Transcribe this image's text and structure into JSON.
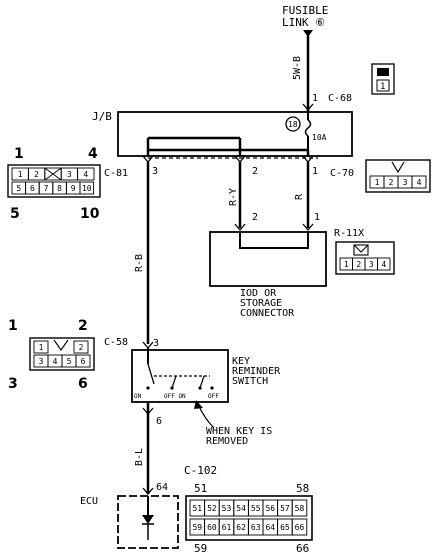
{
  "fusible_link": {
    "line1": "FUSIBLE",
    "line2": "LINK ⑥"
  },
  "wire_colors": {
    "top": "5W-B",
    "r_y": "R-Y",
    "r": "R",
    "r_b": "R-B",
    "b_l": "B-L"
  },
  "junction_block": {
    "label": "J/B",
    "fuse_number": "18",
    "fuse_rating": "10A"
  },
  "connectors": {
    "c68": {
      "id": "C-68",
      "pin": "1",
      "face_pin": "1"
    },
    "c81": {
      "id": "C-81",
      "pin": "3",
      "face_pins": [
        "1",
        "2",
        "3",
        "4",
        "5",
        "6",
        "7",
        "8",
        "9",
        "10"
      ],
      "outer": {
        "tl": "1",
        "tr": "4",
        "bl": "5",
        "br": "10"
      }
    },
    "c70": {
      "id": "C-70",
      "pin_2": "2",
      "pin_1": "1",
      "face_pins": [
        "1",
        "2",
        "3",
        "4"
      ]
    },
    "r11x": {
      "id": "R-11X",
      "pin_2": "2",
      "pin_1": "1",
      "face_pins": [
        "1",
        "2",
        "3",
        "4"
      ]
    },
    "c58": {
      "id": "C-58",
      "pin_top": "3",
      "pin_bottom": "6",
      "face_pins": [
        "1",
        "2",
        "3",
        "4",
        "5",
        "6"
      ],
      "outer": {
        "tl": "1",
        "tr": "2",
        "bl": "3",
        "br": "6"
      }
    },
    "c102": {
      "id": "C-102",
      "pin": "64",
      "face_row1": [
        "51",
        "52",
        "53",
        "54",
        "55",
        "56",
        "57",
        "58"
      ],
      "face_row2": [
        "59",
        "60",
        "61",
        "62",
        "63",
        "64",
        "65",
        "66"
      ],
      "outer": {
        "tl": "51",
        "tr": "58",
        "bl": "59",
        "br": "66"
      }
    }
  },
  "ido_connector": {
    "line1": "IOD OR",
    "line2": "STORAGE",
    "line3": "CONNECTOR"
  },
  "key_switch": {
    "line1": "KEY",
    "line2": "REMINDER",
    "line3": "SWITCH",
    "on_left": "ON",
    "off_mid": "OFF ON",
    "off_right": "OFF"
  },
  "note": {
    "line1": "WHEN KEY IS",
    "line2": "REMOVED"
  },
  "ecu": {
    "label": "ECU"
  }
}
